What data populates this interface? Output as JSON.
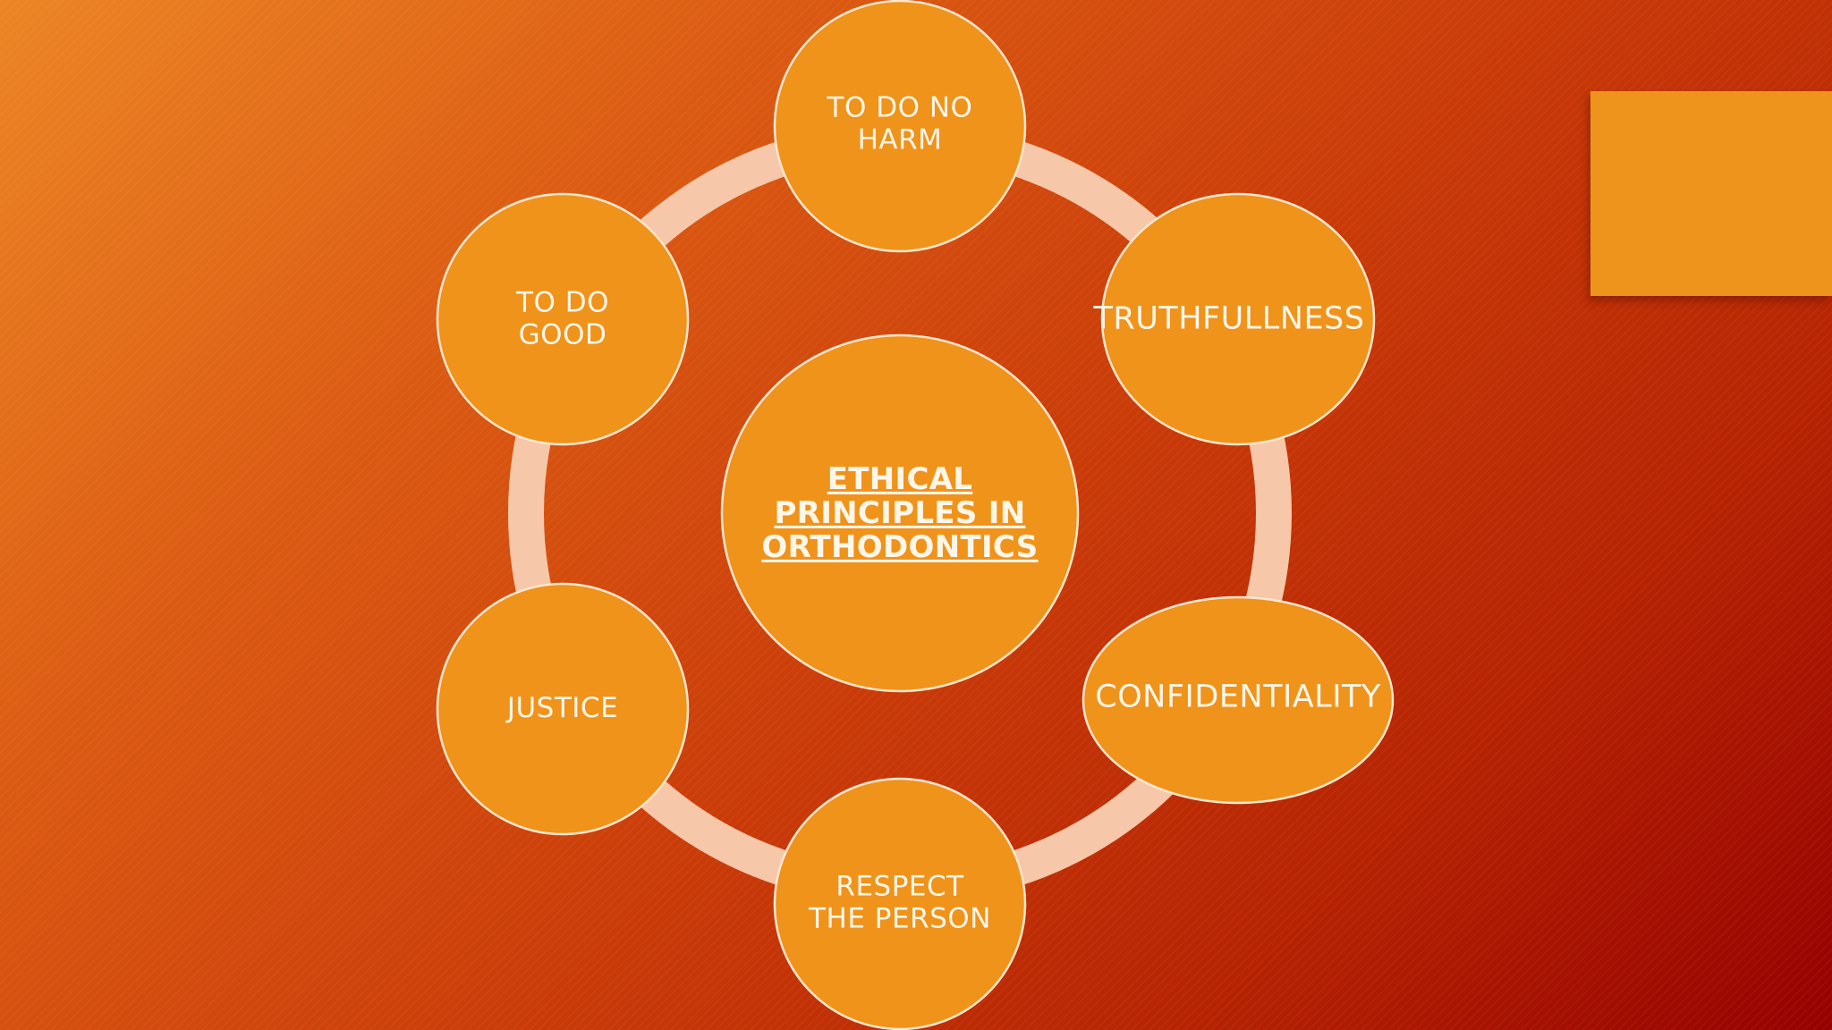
{
  "diagram": {
    "center": "ETHICAL PRINCIPLES IN ORTHODONTICS",
    "nodes": [
      {
        "id": "harm",
        "label": "TO DO NO\nHARM"
      },
      {
        "id": "truth",
        "label": "TRUTHFULLNESS"
      },
      {
        "id": "conf",
        "label": "CONFIDENTIALITY"
      },
      {
        "id": "respect",
        "label": "RESPECT\nTHE PERSON"
      },
      {
        "id": "justice",
        "label": "JUSTICE"
      },
      {
        "id": "good",
        "label": "TO DO\nGOOD"
      }
    ]
  },
  "colors": {
    "node_fill": "#ef931b",
    "node_stroke": "#fde6cf",
    "ring": "#f6c7a8",
    "accent_rect": "#ee941d"
  }
}
